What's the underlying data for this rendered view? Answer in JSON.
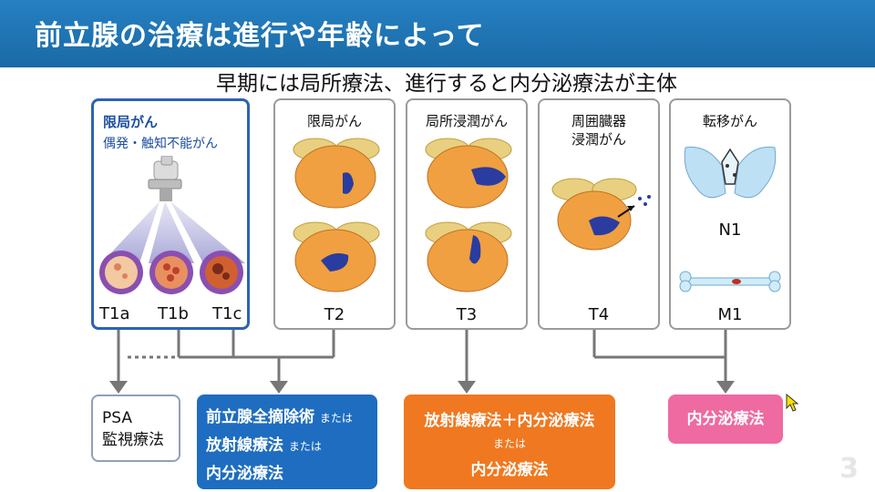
{
  "slide": {
    "title": "前立腺の治療は進行や年齢によって",
    "subtitle": "早期には局所療法、進行すると内分泌療法が主体",
    "page_number": "3"
  },
  "stages": [
    {
      "title": "限局がん",
      "subtitle": "偶発・触知不能がん",
      "labels": [
        "T1a",
        "T1b",
        "T1c"
      ]
    },
    {
      "title": "限局がん",
      "labels": [
        "T2"
      ]
    },
    {
      "title": "局所浸潤がん",
      "labels": [
        "T3"
      ]
    },
    {
      "title": "周囲臓器\n浸潤がん",
      "title_line1": "周囲臓器",
      "title_line2": "浸潤がん",
      "labels": [
        "T4"
      ]
    },
    {
      "title": "転移がん",
      "labels": [
        "N1",
        "M1"
      ]
    }
  ],
  "treatments": {
    "psa": {
      "line1": "PSA",
      "line2": "監視療法"
    },
    "surgery": {
      "line1": "前立腺全摘除術",
      "or1": "または",
      "line2": "放射線療法",
      "or2": "または",
      "line3": "内分泌療法"
    },
    "radiation": {
      "line1": "放射線療法＋内分泌療法",
      "or": "または",
      "line2": "内分泌療法"
    },
    "hormone": {
      "label": "内分泌療法"
    }
  },
  "colors": {
    "header": "#1f77b4",
    "surgery_box": "#1e6dc0",
    "radiation_box": "#f07820",
    "hormone_box": "#ee6aa0",
    "tumor": "#2a3ca0",
    "prostate": "#f0a040"
  }
}
